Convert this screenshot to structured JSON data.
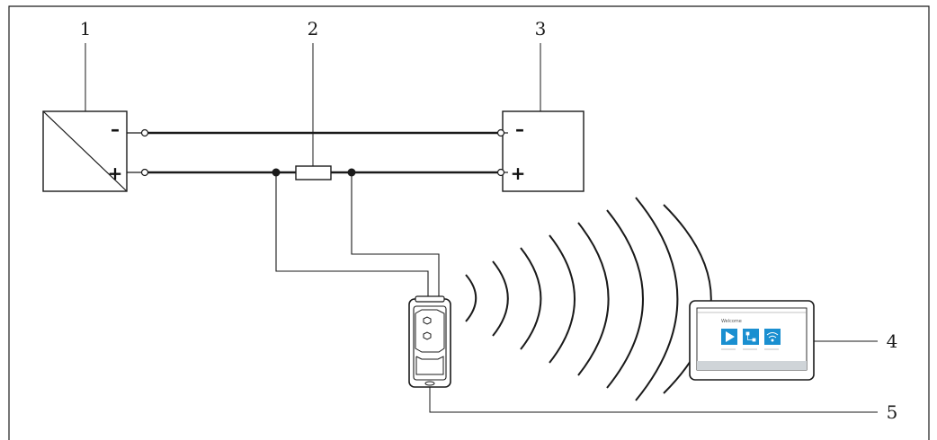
{
  "diagram": {
    "labels": {
      "power_supply": "1",
      "resistor": "2",
      "load": "3",
      "tablet": "4",
      "modem": "5"
    },
    "signs": {
      "minus": "–",
      "plus": "+"
    },
    "colors": {
      "line": "#1a1a1a",
      "tablet_screen": "#ffffff",
      "tablet_tile": "#1a8fd0",
      "tablet_footer": "#cfd4d8"
    },
    "tablet_screen": {
      "heading": "Welcome",
      "tiles": [
        "play-icon",
        "network-icon",
        "wifi-icon"
      ]
    }
  }
}
